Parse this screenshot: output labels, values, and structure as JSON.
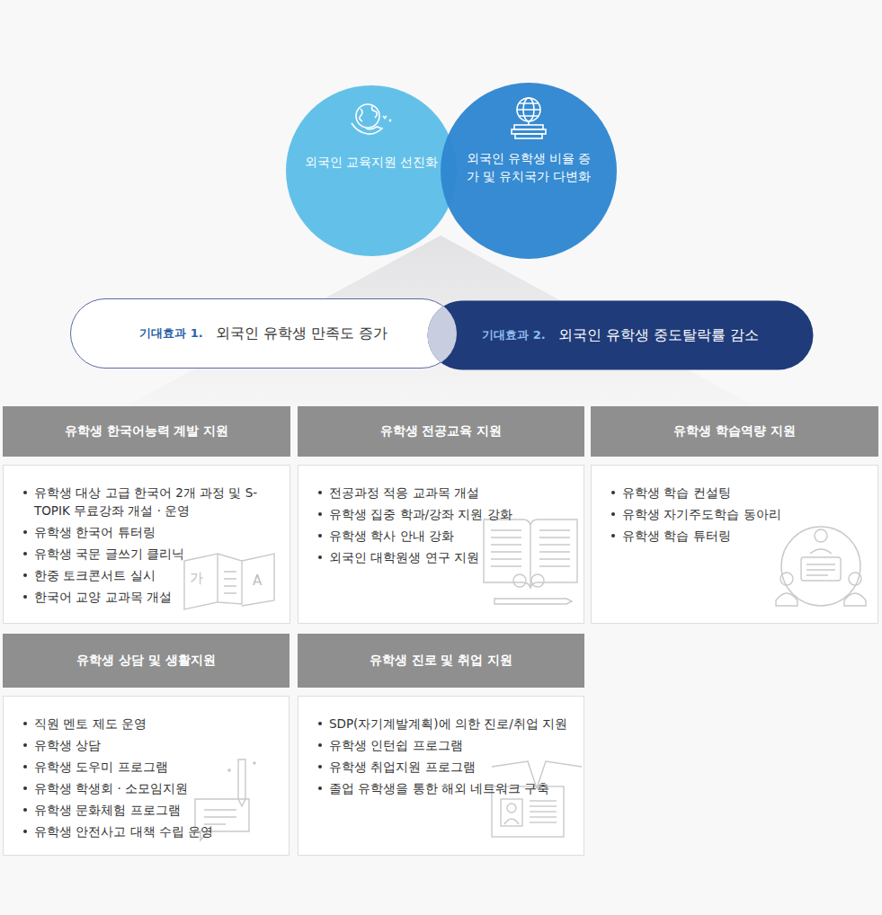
{
  "diagram": {
    "nodes": [
      {
        "text": [
          "외국인 교육지원 선진화"
        ]
      },
      {
        "text": [
          "외국인 유학생 비율 증가 및 유치국가 다변화"
        ]
      },
      {
        "text": [
          "기대효과 1.",
          "외국인 유학생 만족도 증가"
        ]
      },
      {
        "text": [
          "기대효과 2.",
          "외국인 유학생 중도탈락률 감소"
        ]
      },
      {
        "text": [
          "유학생 한국어능력 계발 지원",
          "유학생 대상 고급 한국어 2개 과정 및 S-TOPIK 무료강좌 개설 · 운영",
          "유학생 한국어 튜터링",
          "유학생 국문 글쓰기 클리닉",
          "한중 토크콘서트 실시",
          "한국어 교양 교과목 개설"
        ]
      },
      {
        "text": [
          "유학생 전공교육 지원",
          "전공과정 적응 교과목 개설",
          "유학생 집중 학과/강좌 지원 강화",
          "유학생 학사 안내 강화",
          "외국인 대학원생 연구 지원"
        ]
      },
      {
        "text": [
          "유학생 학습역량 지원",
          "유학생 학습 컨설팅",
          "유학생 자기주도학습 동아리",
          "유학생 학습 튜터링"
        ]
      },
      {
        "text": [
          "유학생 상담 및 생활지원",
          "직원 멘토 제도 운영",
          "유학생 상담",
          "유학생 도우미 프로그램",
          "유학생 학생회 · 소모임지원",
          "유학생 문화체험 프로그램",
          "유학생 안전사고 대책 수립 운영"
        ]
      },
      {
        "text": [
          "유학생 진로 및 취업 지원",
          "SDP(자기계발계획)에 의한 진로/취업 지원",
          "유학생 인턴쉽 프로그램",
          "유학생 취업지원 프로그램",
          "졸업 유학생을 통한 해외 네트워크 구축"
        ]
      }
    ],
    "labels": [
      "가",
      "A"
    ]
  }
}
